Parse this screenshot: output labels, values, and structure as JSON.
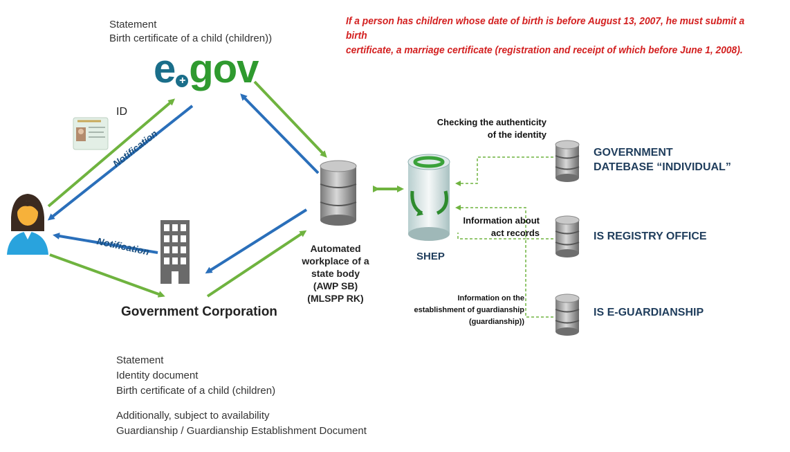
{
  "note": {
    "line1": "If a person has children whose date of birth is before August 13, 2007, he must submit a birth",
    "line2": "certificate, a marriage certificate (registration and receipt of which before June 1, 2008)."
  },
  "egov_statement": {
    "line1": "Statement",
    "line2": "Birth certificate of a child (children))"
  },
  "egov_logo": {
    "e": "e",
    "gov": "gov"
  },
  "id_label": "ID",
  "notification_labels": [
    "Notification",
    "Notification"
  ],
  "government_corporation": "Government Corporation",
  "awp": {
    "lines": [
      "Automated",
      "workplace of a",
      "state body",
      "(AWP SB)",
      "(MLSPP RK)"
    ]
  },
  "shep": "SHEP",
  "edges": {
    "checking": [
      "Checking the authenticity",
      "of the identity"
    ],
    "act_records": [
      "Information about",
      "act records"
    ],
    "guardianship": [
      "Information on the",
      "establishment of guardianship",
      "(guardianship))"
    ]
  },
  "databases": [
    {
      "lines": [
        "GOVERNMENT",
        "DATEBASE  “INDIVIDUAL”"
      ]
    },
    {
      "lines": [
        "IS REGISTRY  OFFICE"
      ]
    },
    {
      "lines": [
        "IS E-GUARDIANSHIP"
      ]
    }
  ],
  "corp_statement": {
    "lines": [
      "Statement",
      "Identity document",
      "Birth certificate of a child (children)"
    ],
    "extra": [
      "Additionally, subject to availability",
      "Guardianship / Guardianship Establishment Document"
    ]
  },
  "colors": {
    "green": "#6fb33f",
    "blue": "#2a6fba",
    "red": "#d32020",
    "dark_navy": "#1f3d5c",
    "dashed": "#6fb33f"
  },
  "icons": [
    "person-icon",
    "id-card-icon",
    "building-icon",
    "database-icon",
    "shep-database-icon"
  ]
}
